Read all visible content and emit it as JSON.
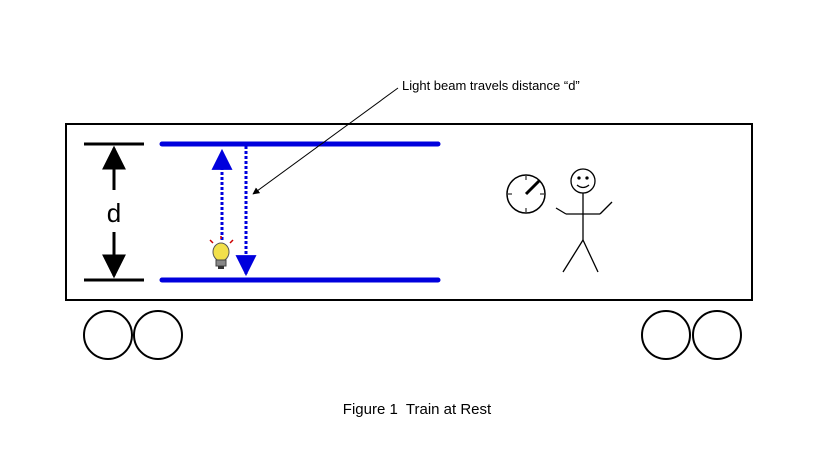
{
  "annotation": {
    "text": "Light beam travels distance “d”"
  },
  "dimension": {
    "label": "d"
  },
  "caption": {
    "text": "Figure 1  Train at Rest"
  },
  "colors": {
    "beam": "#0000dd",
    "mirror": "#0000dd",
    "bulb": "#f2e04a",
    "line": "#000000"
  },
  "icons": [
    "lightbulb-icon",
    "clock-icon",
    "stick-figure-icon",
    "wheel-icon"
  ]
}
